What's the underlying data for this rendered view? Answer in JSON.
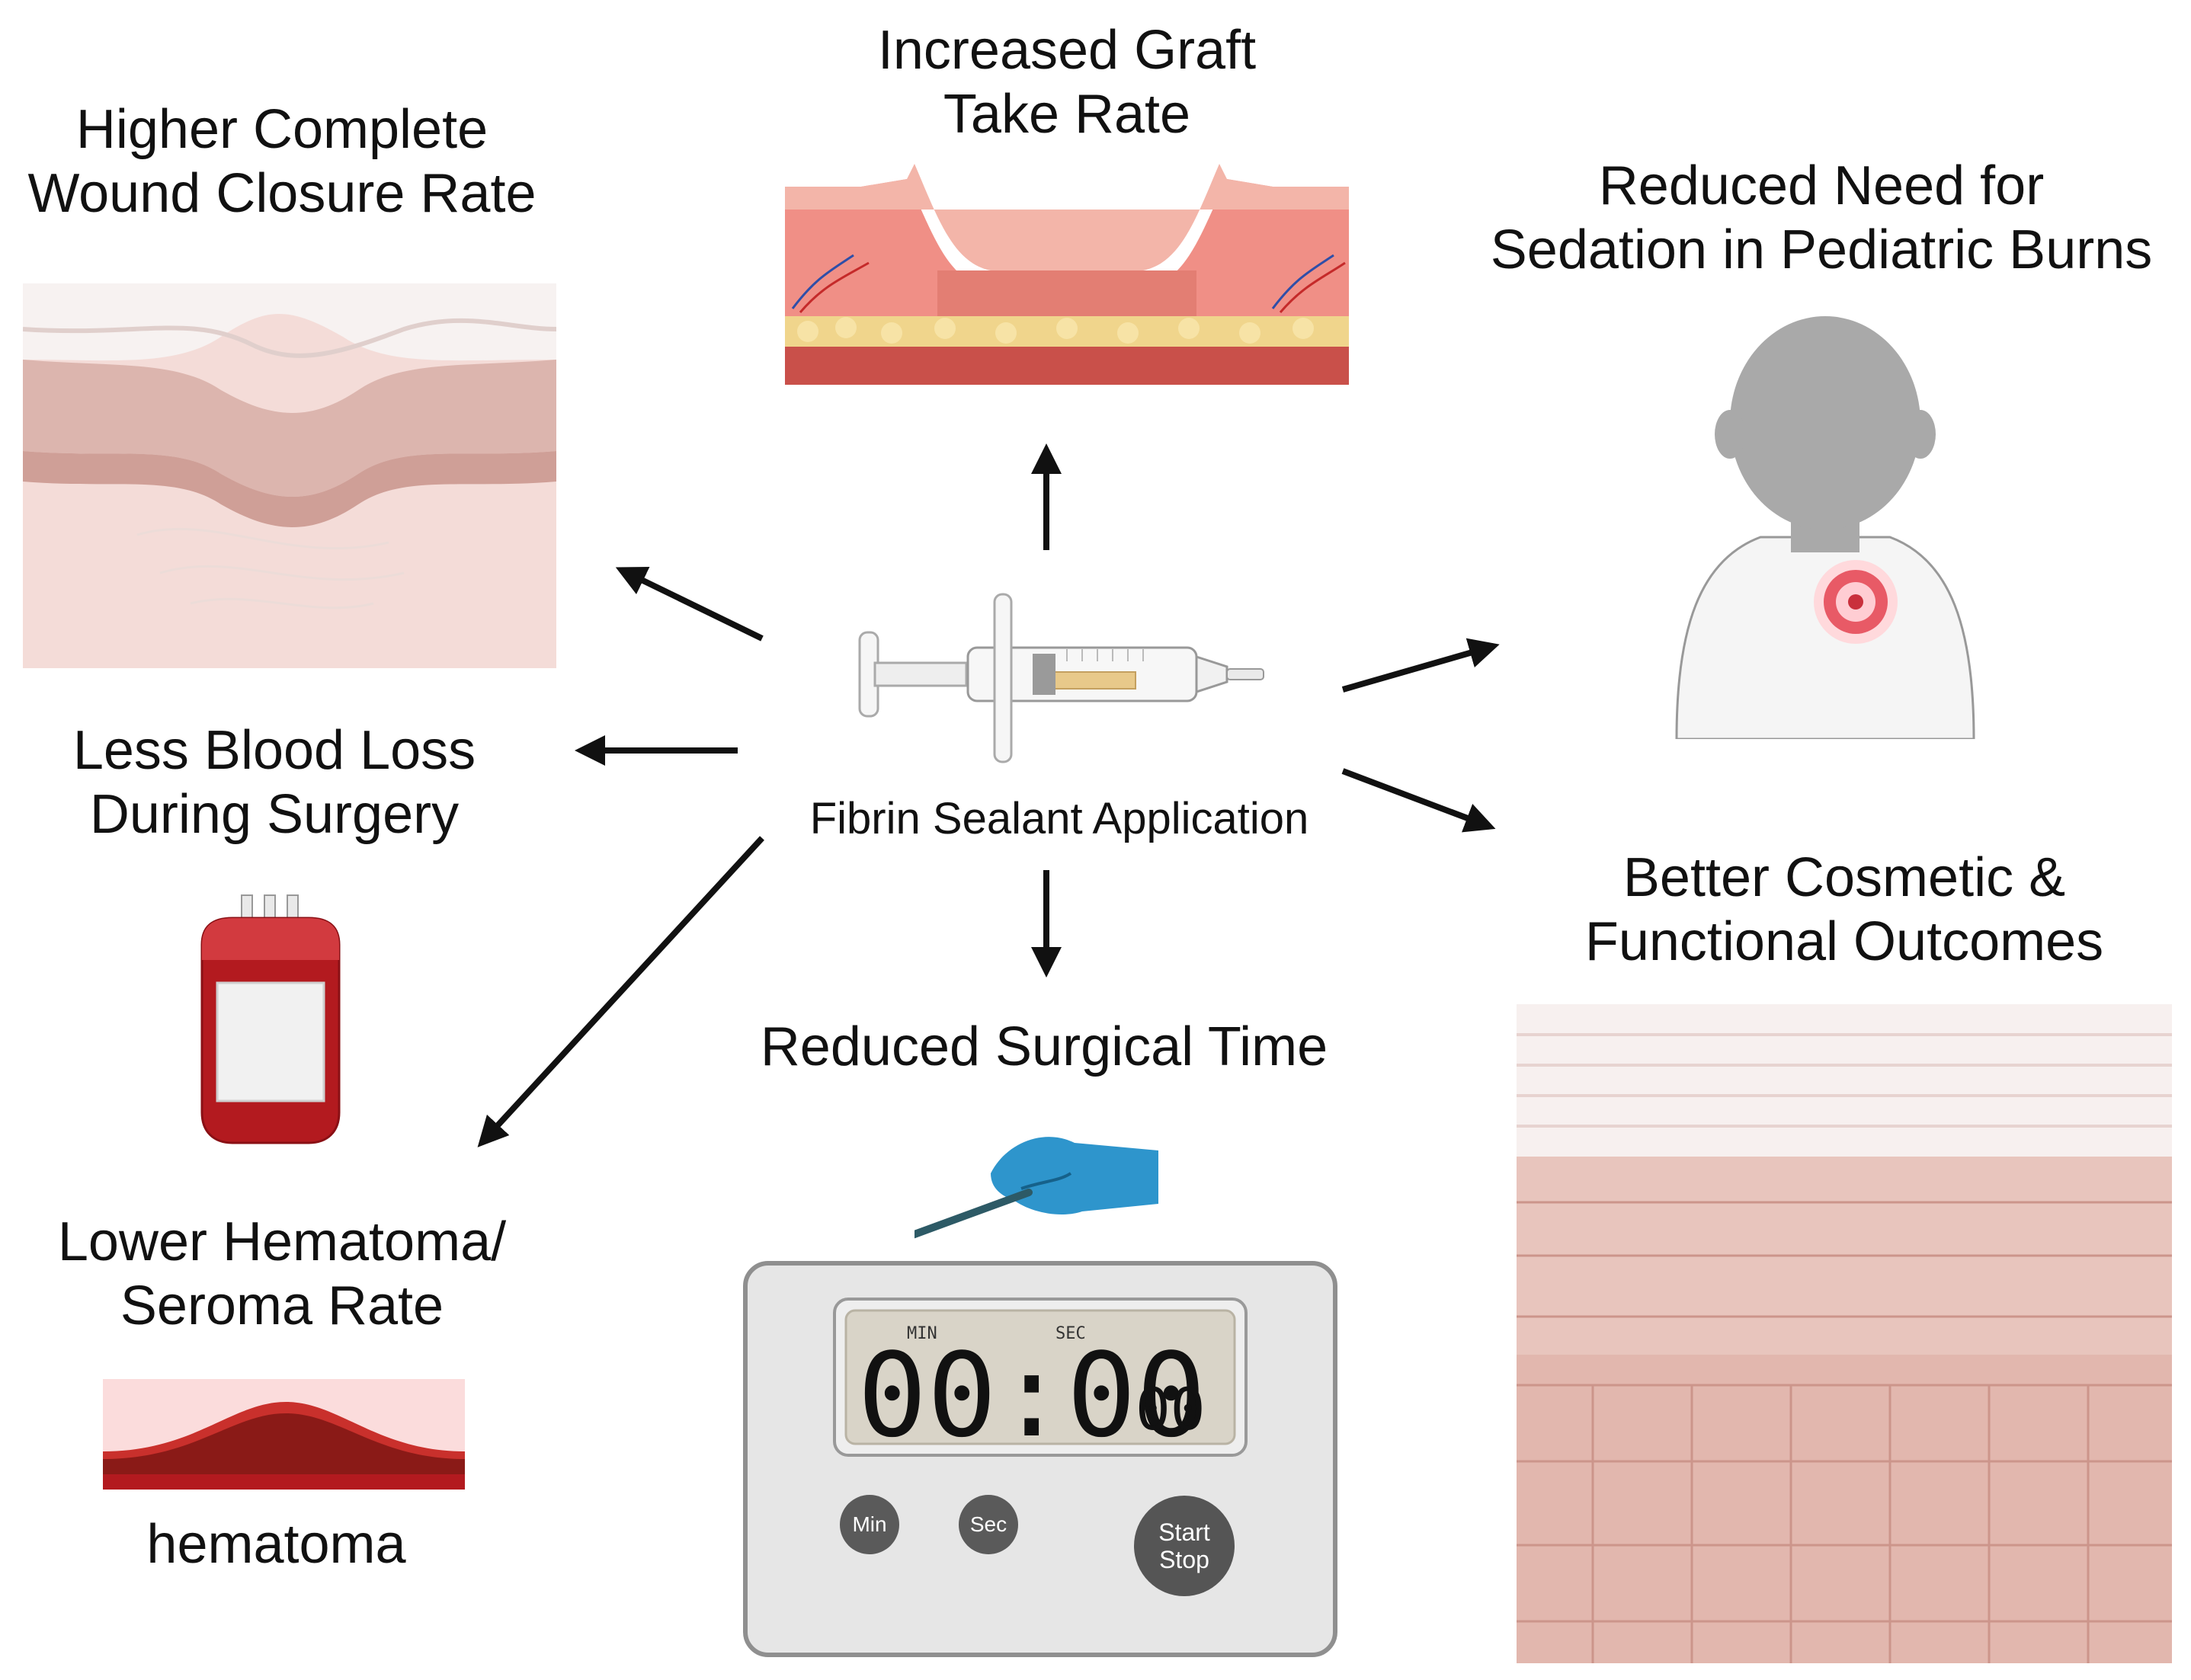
{
  "center": {
    "label": "Fibrin Sealant Application"
  },
  "outcomes": {
    "wound_closure": [
      "Higher Complete",
      "Wound Closure Rate"
    ],
    "graft_take": [
      "Increased Graft",
      "Take Rate"
    ],
    "sedation": [
      "Reduced Need for",
      "Sedation in Pediatric Burns"
    ],
    "blood_loss": [
      "Less Blood Loss",
      "During Surgery"
    ],
    "hematoma": [
      "Lower Hematoma/",
      "Seroma Rate"
    ],
    "surgical_time": [
      "Reduced Surgical Time"
    ],
    "cosmetic": [
      "Better Cosmetic &",
      "Functional Outcomes"
    ]
  },
  "hematoma_caption": "hematoma",
  "timer": {
    "min_label": "MIN",
    "sec_label": "SEC",
    "display_main": "00:00",
    "display_sub": "00",
    "btn_min": "Min",
    "btn_sec": "Sec",
    "btn_start": "Start",
    "btn_stop": "Stop"
  },
  "colors": {
    "arrow": "#111111",
    "skin_pink": "#f2c9c1",
    "blood_red": "#b31a1f",
    "glove_blue": "#2e95cc",
    "burn_red": "#e85a66"
  }
}
